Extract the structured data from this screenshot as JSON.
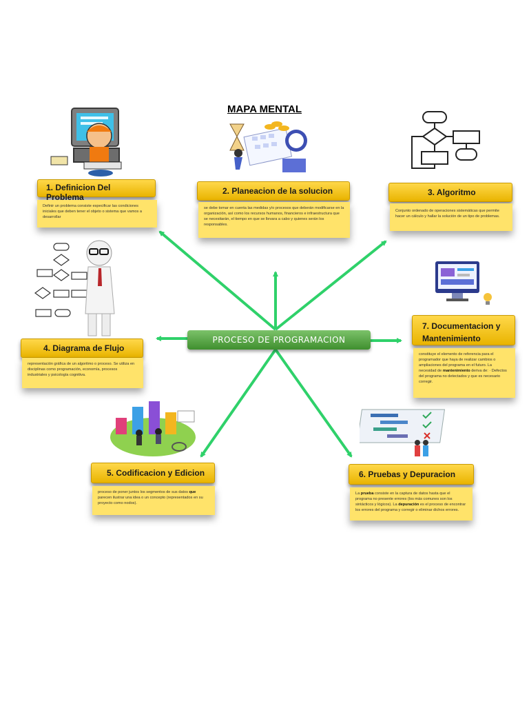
{
  "title": "MAPA MENTAL",
  "center": "PROCESO DE PROGRAMACION",
  "colors": {
    "accent_green": "#2fd16a",
    "box_yellow": "#ffd84a",
    "desc_yellow": "#ffe36a"
  },
  "nodes": [
    {
      "header": "1. Definicion Del Problema",
      "text": "Definir un problema consiste especificar las condiciones iniciales que deben tener el objeto o sistema que vamos a desarrollar",
      "icon": "person-computer-icon"
    },
    {
      "header": "2. Planeacion de la solucion",
      "text": "se debe tomar en cuenta las medidas y/o procesos que deberán modificarse en la organización, así como los recursos humanos, financieros e infraestructura que se necesitarán, el tiempo en que se llevara a cabo y quienes serán los responsables.",
      "icon": "planning-icon"
    },
    {
      "header": "3. Algoritmo",
      "text": "Conjunto ordenado de operaciones sistemáticas que permite hacer un cálculo y hallar la solución de un tipo de problemas.",
      "icon": "flowchart-icon"
    },
    {
      "header": "4. Diagrama de Flujo",
      "text": "representación gráfica de un algoritmo o proceso. Se utiliza en disciplinas como programación, economía, procesos industriales y psicología cognitiva.",
      "icon": "flowchart-person-icon"
    },
    {
      "header": "5. Codificacion y Edicion",
      "text_parts": [
        "proceso de poner juntos los segmentos de sus datos ",
        "que",
        " parecen ilustrar una idea o un concepto (representados en su proyecto como nodos)."
      ],
      "icon": "bar-chart-icon"
    },
    {
      "header": "6. Pruebas y Depuracion",
      "text_parts": [
        "La ",
        "prueba",
        " consiste en la captura de datos hasta que el programa no presente errores (los más comunes son los sintácticos y lógicos). La ",
        "depuración",
        " es el proceso de encontrar los errores del programa y corregir o eliminar dichos errores."
      ],
      "icon": "checklist-icon"
    },
    {
      "header": "7. Documentacion y Mantenimiento",
      "header_lines": [
        "7. Documentacion y",
        "Mantenimiento"
      ],
      "text_parts": [
        "constituye el elemento de referencia para el programador que haya de realizar cambios o ampliaciones del programa en el futuro. La necesidad de ",
        "mantenimiento",
        " deriva de: · Defectos del programa no detectados y que es necesario corregir."
      ],
      "icon": "monitor-icon"
    }
  ]
}
